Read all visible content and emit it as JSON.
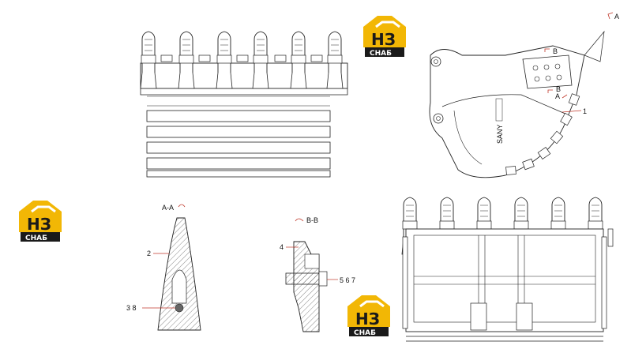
{
  "logos": [
    {
      "text_big": "НЗ",
      "text_small": "СНАБ"
    },
    {
      "text_big": "НЗ",
      "text_small": "СНАБ"
    },
    {
      "text_big": "НЗ",
      "text_small": "СНАБ"
    }
  ],
  "brand_mark": "SANY",
  "section_titles": {
    "aa": "A-A",
    "bb": "B-B"
  },
  "callouts": {
    "a_top": "A",
    "b_top": "B",
    "b_bottom": "B",
    "a_bottom": "A",
    "part_1": "1",
    "part_2": "2",
    "part_38": "3 8",
    "part_4": "4",
    "part_567": "5 6 7"
  },
  "colors": {
    "logo_yellow": "#f2b705",
    "logo_dark": "#1a1a1a",
    "line": "#222222",
    "leader_red": "#c0392b",
    "hatch": "#444444"
  }
}
